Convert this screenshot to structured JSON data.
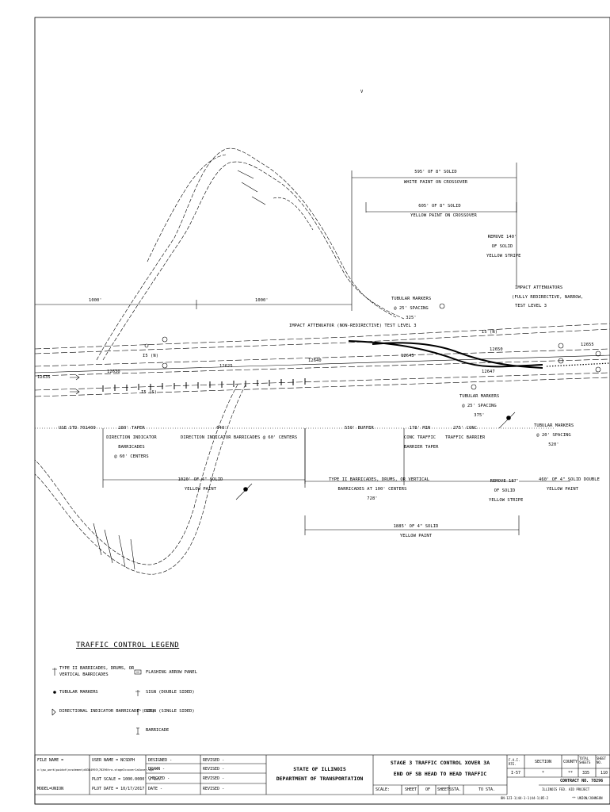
{
  "north_mark": "V",
  "dims_top": {
    "white_solid": [
      "595' OF 8\" SOLID",
      "WHITE PAINT ON CROSSOVER"
    ],
    "yellow_solid": [
      "605' OF 8\" SOLID",
      "YELLOW PAINT ON CROSSOVER"
    ],
    "remove_top": [
      "REMOVE 140'",
      "OF SOLID",
      "YELLOW STRIPE"
    ],
    "impact_right": [
      "IMPACT ATTENUATORS",
      "(FULLY REDIRECTIVE, NARROW,",
      "TEST LEVEL 3"
    ],
    "tubular_top": [
      "TUBULAR MARKERS",
      "@ 25' SPACING",
      "325'"
    ],
    "impact_left": "IMPACT ATTENUATOR (NON-REDIRECTIVE) TEST LEVEL 3",
    "dist_left": "1000'",
    "dist_mid": "1000'"
  },
  "map_labels": {
    "rte_upper_left": "I5 (N)",
    "rte_upper_right": "I5 (N)",
    "rte_lower": "I5 (S)",
    "sta_2635_left": "12635",
    "sta_2630": "12630",
    "sta_2625": "12625",
    "sta_2640": "12640",
    "sta_2645": "12645",
    "sta_2650": "12650",
    "sta_2655": "12655",
    "sta_2647": "12647"
  },
  "dims_bottom": {
    "tubular_mid": [
      "TUBULAR MARKERS",
      "@ 25' SPACING",
      "375'"
    ],
    "tubular_right": [
      "TUBULAR MARKERS",
      "@ 20' SPACING",
      "520'"
    ],
    "use_std": "USE STD 701400",
    "taper": [
      "280' TAPER",
      "DIRECTION INDICATOR",
      "BARRICADES",
      "@ 60' CENTERS"
    ],
    "dir_barr": [
      "640'",
      "DIRECTION INDICATOR BARRICADES @ 60' CENTERS"
    ],
    "buffer": "550' BUFFER",
    "conc_taper": [
      "178' MIN",
      "CONC TRAFFIC",
      "BARRIER TAPER"
    ],
    "conc_barrier": [
      "275' CONC",
      "TRAFFIC BARRIER"
    ],
    "yellow_1020": [
      "1020' OF 4\" SOLID",
      "YELLOW PAINT"
    ],
    "type2": [
      "TYPE II BARRICADES, DRUMS, OR VERTICAL",
      "BARRICADES AT 100' CENTERS",
      "728'"
    ],
    "remove_bottom": [
      "REMOVE 187'",
      "OF SOLID",
      "YELLOW STRIPE"
    ],
    "double": [
      "460' OF 4\" SOLID DOUBLE",
      "YELLOW PAINT"
    ],
    "yellow_1885": [
      "1885' OF 4\" SOLID",
      "YELLOW PAINT"
    ]
  },
  "legend": {
    "title": "TRAFFIC CONTROL LEGEND",
    "items": [
      [
        "TYPE II BARRICADES, DRUMS, OR",
        "VERTICAL BARRICADES"
      ],
      [
        "FLASHING ARROW PANEL"
      ],
      [
        "TUBULAR MARKERS"
      ],
      [
        "SIGN (DOUBLE SIDED)"
      ],
      [
        "DIRECTIONAL INDICATOR BARRICADE (DIB)"
      ],
      [
        "SIGN (SINGLE SIDED)"
      ],
      [
        "BARRICADE"
      ]
    ]
  },
  "title_block": {
    "file_name": "FILE NAME =",
    "user_name": "USER NAME = NCSDPH",
    "path": "c:\\pw_work\\pwidot\\ncsdemen\\d0384993\\78296tra-stage3ccover1aXover.dgn",
    "plot_scale": "PLOT SCALE = 1000.0000' / in.",
    "plot_date": "PLOT DATE = 10/17/2017",
    "model": "MODEL=UNION",
    "designed": "DESIGNED  -",
    "drawn": "DRAWN  -",
    "checked": "CHECKED  -",
    "date": "DATE  -",
    "revised": "REVISED  -",
    "state": "STATE OF ILLINOIS",
    "dept": "DEPARTMENT OF TRANSPORTATION",
    "title1": "STAGE 3 TRAFFIC CONTROL XOVER 3A",
    "title2": "END OF SB HEAD TO HEAD TRAFFIC",
    "scale": "SCALE:",
    "sheet": "SHEET",
    "of": "OF",
    "sheets": "SHEETS",
    "sta": "STA.",
    "to_sta": "TO STA.",
    "far_rte": "F.A.I. RTE.",
    "section": "SECTION",
    "county": "COUNTY",
    "total_sheets": "TOTAL SHEETS",
    "sheet_no": "SHEET NO.",
    "rte_val": "I-57",
    "section_val": "*",
    "county_val": "**",
    "total_val": "335",
    "no_val": "110",
    "contract": "CONTRACT NO. 78296",
    "project_label": "ILLINOIS FED. AID PROJECT",
    "project_id": "8N-12I-1(44-1-1(44-1)85-2",
    "county_name": "** UNION/JOHNSON"
  }
}
